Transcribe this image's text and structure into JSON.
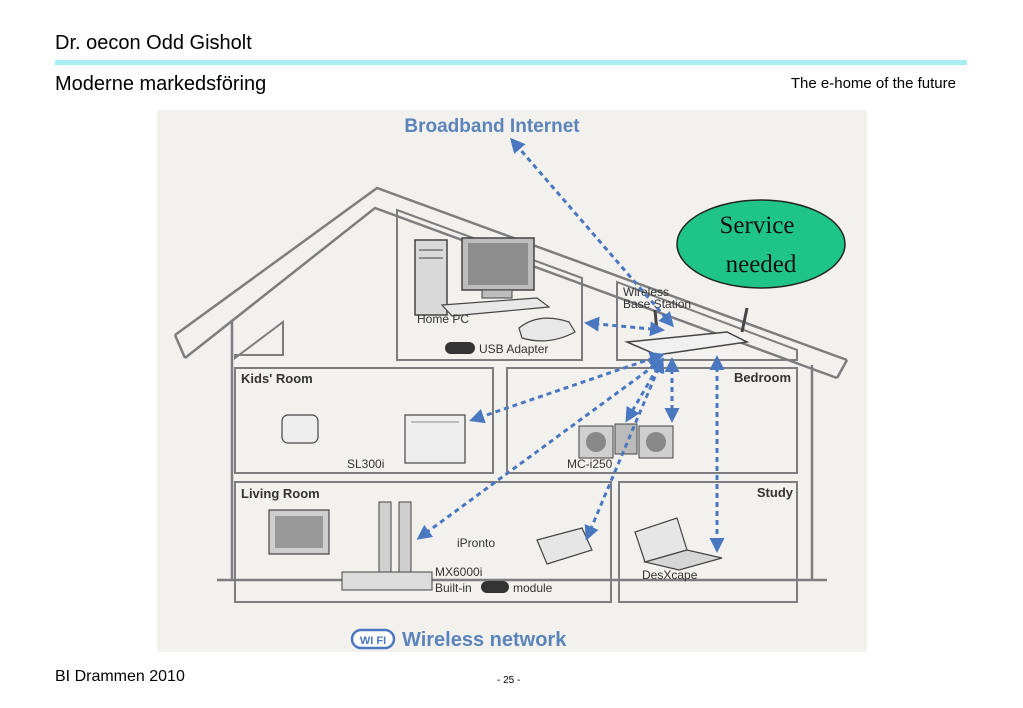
{
  "header": {
    "author": "Dr. oecon Odd Gisholt",
    "subtitle": "Moderne markedsföring",
    "slide_topic": "The e-home of the future"
  },
  "figure": {
    "top_label": "Broadband Internet",
    "bottom_label": "Wireless network",
    "wifi_badge": "WI FI",
    "callout_line1": "Service",
    "callout_line2": "needed",
    "callout_color": "#1fc48b",
    "arrow_color": "#4a78c0",
    "rooms": {
      "kids": "Kids' Room",
      "bedroom": "Bedroom",
      "living": "Living Room",
      "study": "Study"
    },
    "devices": {
      "wireless_line1": "Wireless",
      "wireless_line2": "Base Station",
      "home_pc": "Home PC",
      "usb_adapter": "USB Adapter",
      "sl300i": "SL300i",
      "mc_i250": "MC-i250",
      "ipronto": "iPronto",
      "mx6000i": "MX6000i",
      "builtin_pre": "Built-in",
      "builtin_post": "module",
      "desxcape": "DesXcape"
    }
  },
  "footer": {
    "left": "BI Drammen 2010",
    "page": "- 25 -"
  }
}
